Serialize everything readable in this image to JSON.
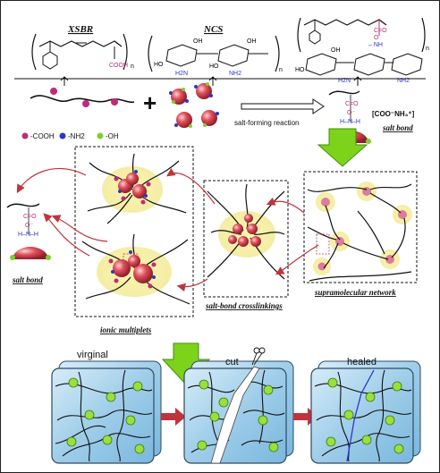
{
  "top": {
    "xsbr_label": "XSBR",
    "ncs_label": "NCS",
    "cooh_group": "COOH",
    "oh": "OH",
    "ho": "HO",
    "h2n": "H2N",
    "nh2": "NH2",
    "subscript_n": "n",
    "salt_formation_arrow": "salt-forming reaction",
    "salt_bond_formula": "[COO⁻NH₃⁺]",
    "salt_bond_label": "salt bond"
  },
  "legend": [
    {
      "label": "-COOH",
      "color": "#c0297a"
    },
    {
      "label": "-NH2",
      "color": "#2c36c8"
    },
    {
      "label": "-OH",
      "color": "#7ad12b"
    }
  ],
  "middle": {
    "salt_bond_label_left": "salt bond",
    "ionic_multiplets_label": "ionic multiplets",
    "salt_bond_crosslinkings_label": "salt-bond crosslinkings",
    "supramolecular_network_label": "supramolecular network"
  },
  "bottom": {
    "virginal_label": "virginal",
    "cut_label": "cut",
    "healed_label": "healed"
  },
  "colors": {
    "arrow_green": "#7cd31a",
    "arrow_red": "#c1333b",
    "nanoparticle": "#d23a4a",
    "halo": "#f4ee9a",
    "box_fill": "#a9d3ee"
  }
}
